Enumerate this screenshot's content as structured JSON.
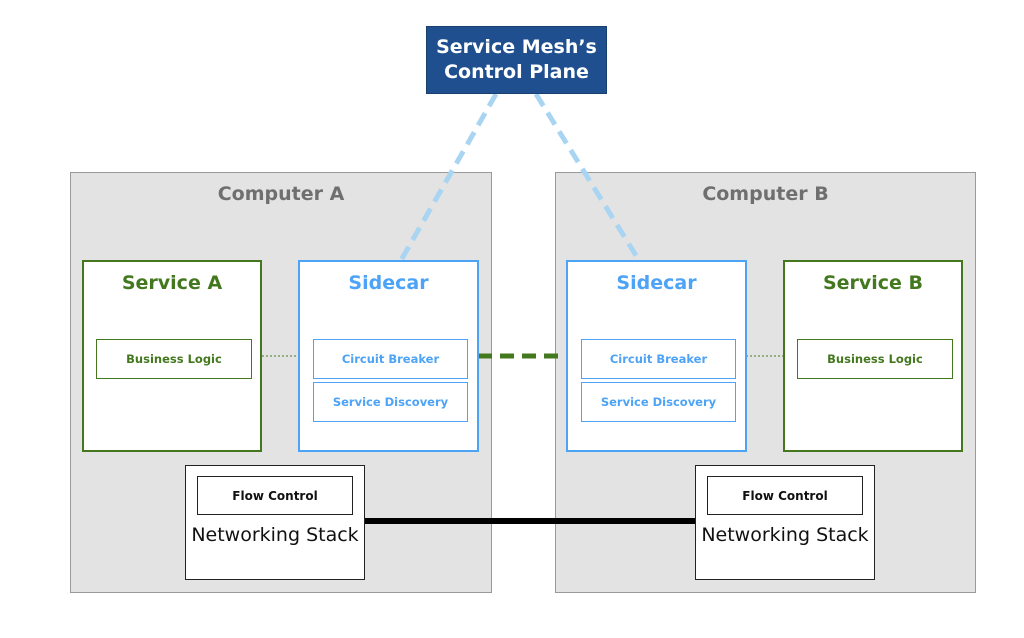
{
  "control_plane": {
    "label": "Service Mesh’s Control Plane"
  },
  "computer_a": {
    "title": "Computer A",
    "service": {
      "title": "Service A",
      "business_logic": "Business Logic"
    },
    "sidecar": {
      "title": "Sidecar",
      "circuit_breaker": "Circuit Breaker",
      "service_discovery": "Service Discovery"
    },
    "network": {
      "flow_control": "Flow Control",
      "label": "Networking Stack"
    }
  },
  "computer_b": {
    "title": "Computer B",
    "service": {
      "title": "Service B",
      "business_logic": "Business Logic"
    },
    "sidecar": {
      "title": "Sidecar",
      "circuit_breaker": "Circuit Breaker",
      "service_discovery": "Service Discovery"
    },
    "network": {
      "flow_control": "Flow Control",
      "label": "Networking Stack"
    }
  },
  "colors": {
    "control_plane": "#1f4f8f",
    "service_green": "#44781f",
    "sidecar_blue": "#4da3f5",
    "control_link": "#a9d5f2",
    "computer_bg": "#e3e3e3"
  }
}
